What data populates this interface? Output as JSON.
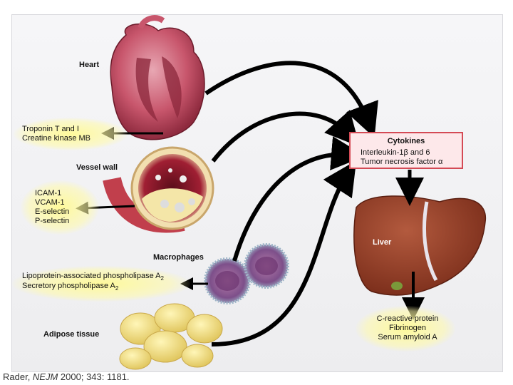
{
  "heart": {
    "title": "Heart",
    "markers": [
      "Troponin T and I",
      "Creatine kinase MB"
    ]
  },
  "vessel_wall": {
    "title": "Vessel wall",
    "markers": [
      "ICAM-1",
      "VCAM-1",
      "E-selectin",
      "P-selectin"
    ]
  },
  "macrophages": {
    "title": "Macrophages",
    "markers": [
      "Lipoprotein-associated phospholipase A",
      "Secretory phospholipase A"
    ],
    "subscript": "2"
  },
  "adipose": {
    "title": "Adipose tissue"
  },
  "cytokines": {
    "title": "Cytokines",
    "line1": "Interleukin-1β and 6",
    "line2": "Tumor necrosis factor α"
  },
  "liver": {
    "title": "Liver",
    "proteins": [
      "C-reactive protein",
      "Fibrinogen",
      "Serum amyloid A"
    ]
  },
  "citation": {
    "author": "Rader, ",
    "journal": "NEJM",
    "rest": " 2000;  343:  1181."
  }
}
